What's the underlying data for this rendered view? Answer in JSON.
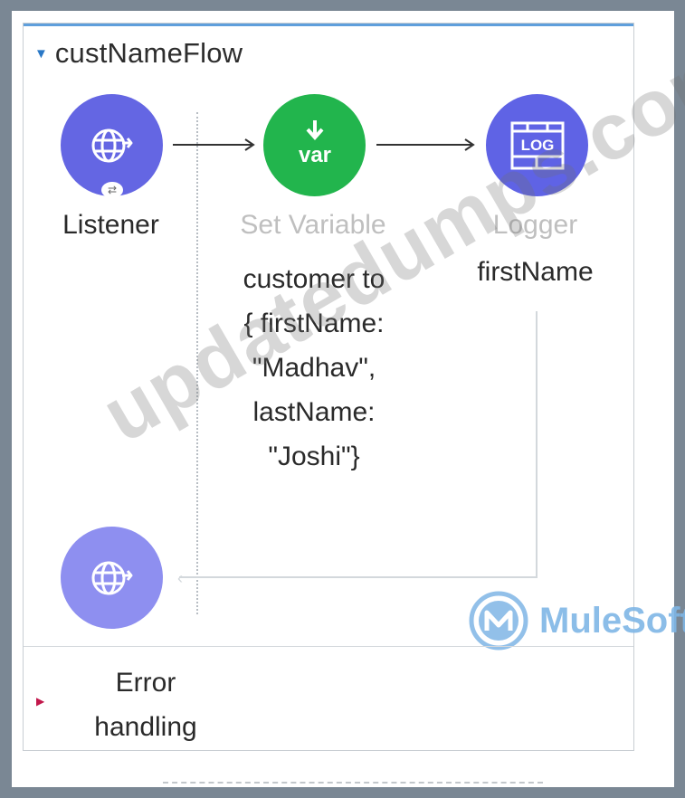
{
  "flow": {
    "name": "custNameFlow"
  },
  "nodes": {
    "listener": {
      "label": "Listener"
    },
    "set_variable": {
      "label": "Set Variable",
      "description": [
        "customer to",
        "{ firstName:",
        "\"Madhav\",",
        "lastName:",
        "\"Joshi\"}"
      ]
    },
    "logger": {
      "label": "Logger",
      "description": "firstName",
      "icon_text": "LOG"
    },
    "set_variable_icon_text": "var"
  },
  "error_handling": {
    "label": [
      "Error",
      "handling"
    ]
  },
  "watermark": {
    "text": "updatedumps.com"
  },
  "brand": {
    "name": "MuleSoft"
  },
  "colors": {
    "listener": "#6466e3",
    "set_variable": "#22b54d",
    "logger": "#5f63e5",
    "response": "#8e8ff0",
    "flow_toggle": "#2a78c6",
    "error_toggle": "#c2184b"
  }
}
